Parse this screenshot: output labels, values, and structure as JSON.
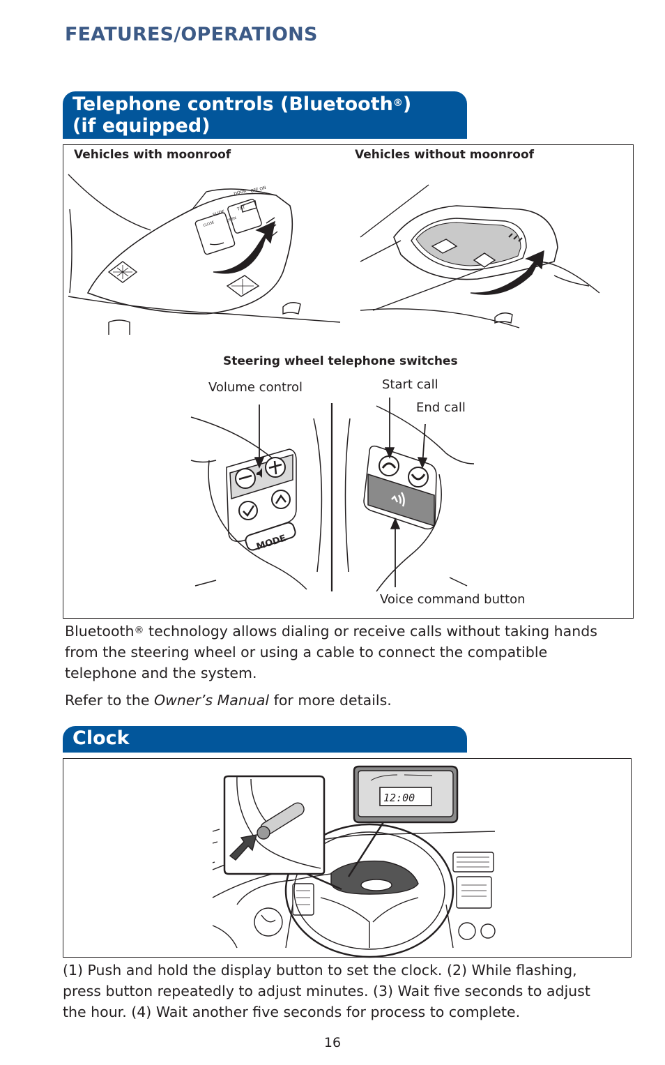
{
  "header": {
    "section": "FEATURES/OPERATIONS"
  },
  "telephone": {
    "title_line1": "Telephone controls (Bluetooth",
    "title_reg": "®",
    "title_close": ")",
    "title_line2": "(if equipped)",
    "label_with_moonroof": "Vehicles with moonroof",
    "label_without_moonroof": "Vehicles without moonroof",
    "steering_title": "Steering wheel telephone switches",
    "callouts": {
      "volume": "Volume control",
      "start_call": "Start call",
      "end_call": "End call",
      "voice": "Voice command button"
    },
    "switch_text": {
      "mode": "MODE",
      "slide": "SLIDE",
      "tilt": "TILT",
      "close": "CLOSE",
      "open": "OPEN",
      "door": "DOOR",
      "off": "OFF",
      "on": "ON"
    },
    "desc_bluetooth": "Bluetooth",
    "desc_reg": "®",
    "desc_rest": " technology allows dialing or receive calls without taking hands",
    "desc_line2": "from the steering wheel or using a cable to connect the compatible",
    "desc_line3": "telephone and the system.",
    "ref_prefix": "Refer to the ",
    "ref_italic": "Owner’s Manual",
    "ref_suffix": " for more details."
  },
  "clock": {
    "title": "Clock",
    "display_time": "12:00",
    "desc_line1": "(1) Push and hold the display button to set the clock. (2) While flashing,",
    "desc_line2": "press button repeatedly to adjust minutes. (3) Wait five seconds to adjust",
    "desc_line3": "the hour. (4) Wait another five seconds for process to complete."
  },
  "page_number": "16",
  "colors": {
    "banner": "#02569b",
    "section_head": "#3c5a86",
    "text": "#231f20"
  }
}
